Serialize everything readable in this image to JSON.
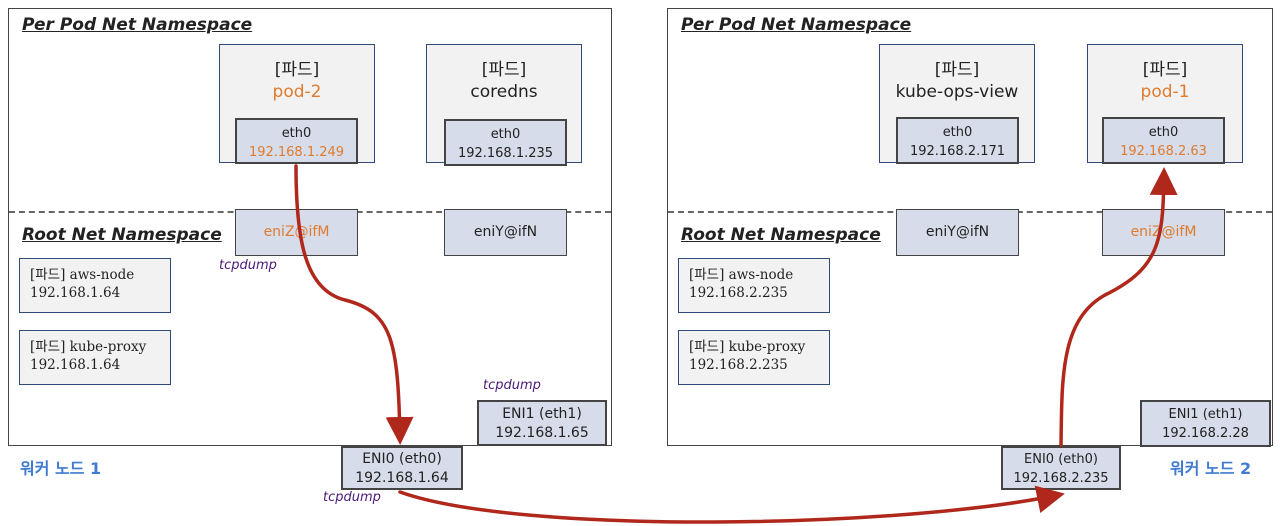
{
  "left": {
    "per_pod_ns": "Per Pod  Net Namespace",
    "root_ns": "Root Net Namespace",
    "pod_a": {
      "head": "[파드]",
      "name": "pod-2",
      "eth_label": "eth0",
      "eth_ip": "192.168.1.249",
      "accent": "#e07b2e"
    },
    "pod_b": {
      "head": "[파드]",
      "name": "coredns",
      "eth_label": "eth0",
      "eth_ip": "192.168.1.235"
    },
    "veth_a": "eniZ@ifM",
    "veth_b": "eniY@ifN",
    "sys1": {
      "line1": "[파드] aws-node",
      "line2": "192.168.1.64"
    },
    "sys2": {
      "line1": "[파드] kube-proxy",
      "line2": "192.168.1.64"
    },
    "eni1": {
      "label": "ENI1 (eth1)",
      "ip": "192.168.1.65"
    },
    "eni0": {
      "label": "ENI0 (eth0)",
      "ip": "192.168.1.64"
    },
    "worker": "워커 노드 1",
    "tcpdump1": "tcpdump",
    "tcpdump2": "tcpdump",
    "tcpdump3": "tcpdump"
  },
  "right": {
    "per_pod_ns": "Per Pod  Net Namespace",
    "root_ns": "Root Net Namespace",
    "pod_a": {
      "head": "[파드]",
      "name": "kube-ops-view",
      "eth_label": "eth0",
      "eth_ip": "192.168.2.171"
    },
    "pod_b": {
      "head": "[파드]",
      "name": "pod-1",
      "eth_label": "eth0",
      "eth_ip": "192.168.2.63",
      "accent": "#e07b2e"
    },
    "veth_a": "eniY@ifN",
    "veth_b": "eniZ@ifM",
    "sys1": {
      "line1": "[파드] aws-node",
      "line2": "192.168.2.235"
    },
    "sys2": {
      "line1": "[파드] kube-proxy",
      "line2": "192.168.2.235"
    },
    "eni1": {
      "label": "ENI1 (eth1)",
      "ip": "192.168.2.28"
    },
    "eni0": {
      "label": "ENI0 (eth0)",
      "ip": "192.168.2.235"
    },
    "worker": "워커 노드 2"
  },
  "colors": {
    "arrow": "#b0271b",
    "accent": "#e07b2e",
    "node_label": "#3f7bd0",
    "tcpdump": "#4b1a7a"
  }
}
